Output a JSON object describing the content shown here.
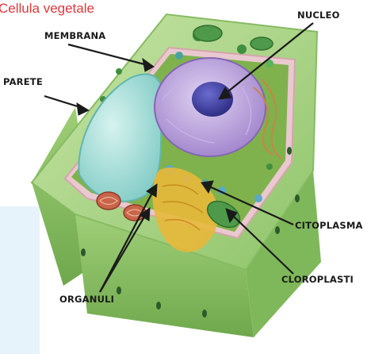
{
  "title": "Cellula vegetale",
  "labels": {
    "membrana": "MEMBRANA",
    "parete": "PARETE",
    "nucleo": "NUCLEO",
    "citoplasma": "CITOPLASMA",
    "cloroplasti": "CLOROPLASTI",
    "organuli": "ORGANULI"
  },
  "colors": {
    "title": "#e2363d",
    "cell_wall": "#a9d486",
    "cytoplasm": "#7fb24c",
    "vacuole": "#a4ddd8",
    "nucleus": "#b69ad6",
    "nucleolus": "#3b3b9a",
    "golgi": "#e8b83a",
    "mitochondria": "#c8654a",
    "chloroplast": "#4e9a4a"
  }
}
